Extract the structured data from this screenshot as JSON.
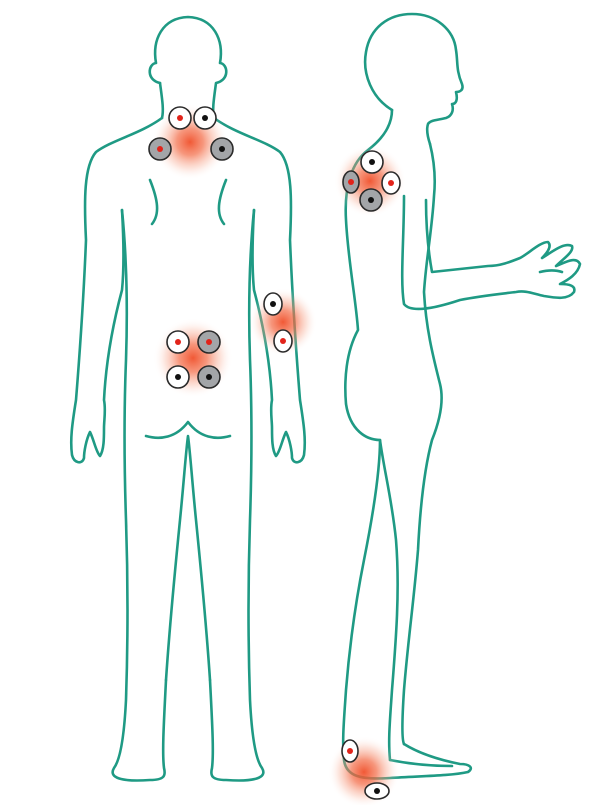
{
  "figure": {
    "views": [
      {
        "id": "back-view"
      },
      {
        "id": "side-view"
      }
    ],
    "colors": {
      "outline": "#1f9a84",
      "pad_white": "#ffffff",
      "pad_gray": "#a3a5a8",
      "pad_border": "#2a2a2a",
      "dot_red": "#e2231a",
      "dot_black": "#111111",
      "glow": "#f0502b"
    },
    "zones": [
      {
        "id": "neck-zone",
        "view": "back-view",
        "pads": 4
      },
      {
        "id": "lower-back-zone",
        "view": "back-view",
        "pads": 4
      },
      {
        "id": "forearm-zone",
        "view": "back-view",
        "pads": 2
      },
      {
        "id": "shoulder-zone",
        "view": "side-view",
        "pads": 4
      },
      {
        "id": "ankle-zone",
        "view": "side-view",
        "pads": 2
      }
    ]
  }
}
